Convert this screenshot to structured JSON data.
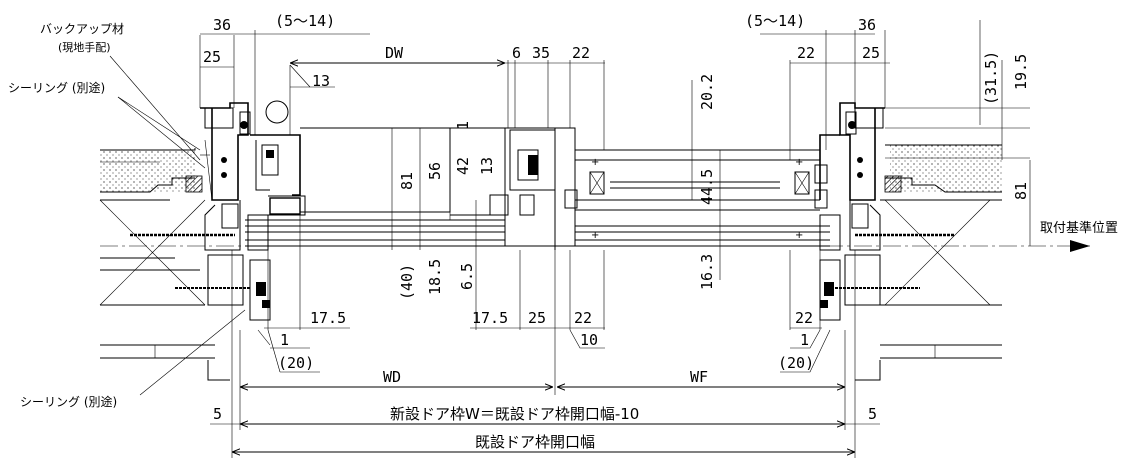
{
  "annotations": {
    "backup_material": "バックアップ材",
    "backup_material_sub": "(現地手配)",
    "sealing_top": "シーリング (別途)",
    "sealing_bottom": "シーリング (別途)",
    "mounting_reference": "取付基準位置"
  },
  "dims_top_left": {
    "d36": "36",
    "d5_14": "(5～14)",
    "d25": "25",
    "dw": "DW",
    "d6": "6",
    "d35": "35",
    "d22": "22",
    "d13": "13"
  },
  "dims_top_right": {
    "d5_14": "(5～14)",
    "d36": "36",
    "d22": "22",
    "d25": "25",
    "d31_5": "(31.5)",
    "d19_5": "19.5"
  },
  "dims_vertical": {
    "d1": "1",
    "d42": "42",
    "d13": "13",
    "d56": "56",
    "d81_left": "81",
    "d40": "(40)",
    "d18_5": "18.5",
    "d6_5": "6.5",
    "d20_2": "20.2",
    "d44_5": "44.5",
    "d16_3": "16.3",
    "d81_right": "81"
  },
  "dims_bottom": {
    "d17_5a": "17.5",
    "d17_5b": "17.5",
    "d25": "25",
    "d22a": "22",
    "d10": "10",
    "d1a": "1",
    "d20a": "(20)",
    "d22b": "22",
    "d1b": "1",
    "d20b": "(20)"
  },
  "dims_overall": {
    "wd": "WD",
    "wf": "WF",
    "new_frame_width": "新設ドア枠W＝既設ドア枠開口幅-10",
    "existing_opening": "既設ドア枠開口幅",
    "d5_left": "5",
    "d5_right": "5"
  }
}
